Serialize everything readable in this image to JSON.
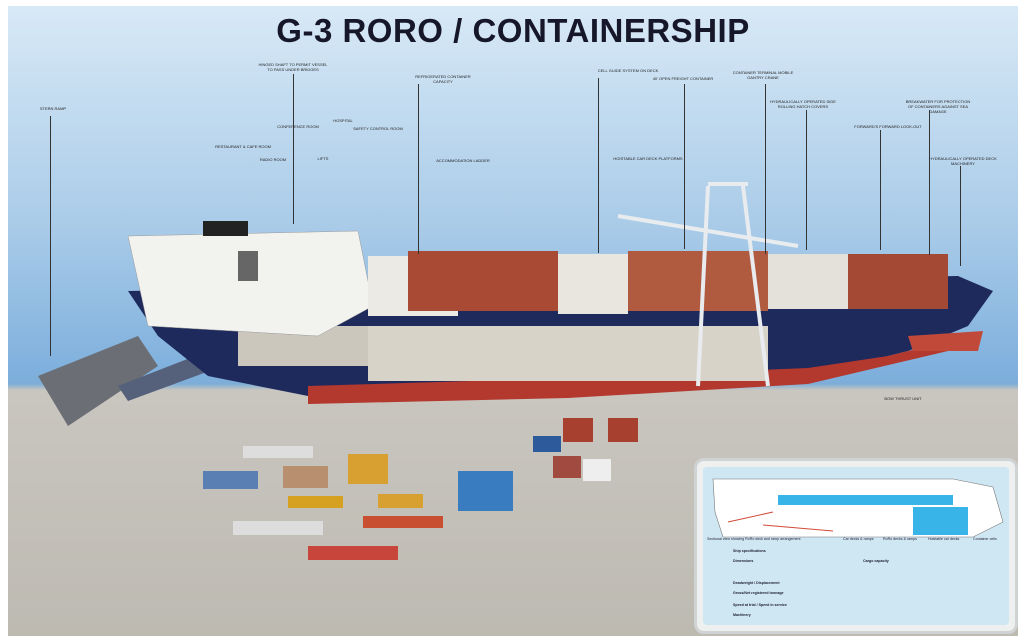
{
  "title": "G-3 RORO / CONTAINERSHIP",
  "labels": [
    "Hinged shaft to permit vessel to pass under bridges",
    "Stern ramp",
    "Radio room",
    "Lifts",
    "Hospital",
    "Conference room",
    "Restaurant & cafe room",
    "Safety control room",
    "Refrigerated container capacity",
    "Accommodation ladder",
    "Cell guide system on deck",
    "40' open freight container",
    "Container terminal mobile gantry crane",
    "Hydraulically operated side rolling hatch covers",
    "Forward's forward look-out",
    "Breakwater for protection of containers against sea damage",
    "Hydraulically operated deck machinery",
    "Hoistable car deck platforms",
    "Bow thrust unit"
  ],
  "spec_panel": {
    "section_caption": "Sectional view showing RoRo deck and ramp arrangement",
    "legend": [
      "Car decks & ramps",
      "RoRo decks & ramps",
      "Hoistable car decks",
      "Container cells"
    ],
    "heading": "Ship specifications",
    "rows": [
      "Dimensions",
      "Deadweight / Displacement",
      "Gross/Net registered tonnage",
      "Speed at trial / Speed in service",
      "Machinery",
      "Cargo capacity"
    ],
    "colors": {
      "container_cells": "#38b4e8",
      "ramps": "#d24a3a"
    }
  }
}
